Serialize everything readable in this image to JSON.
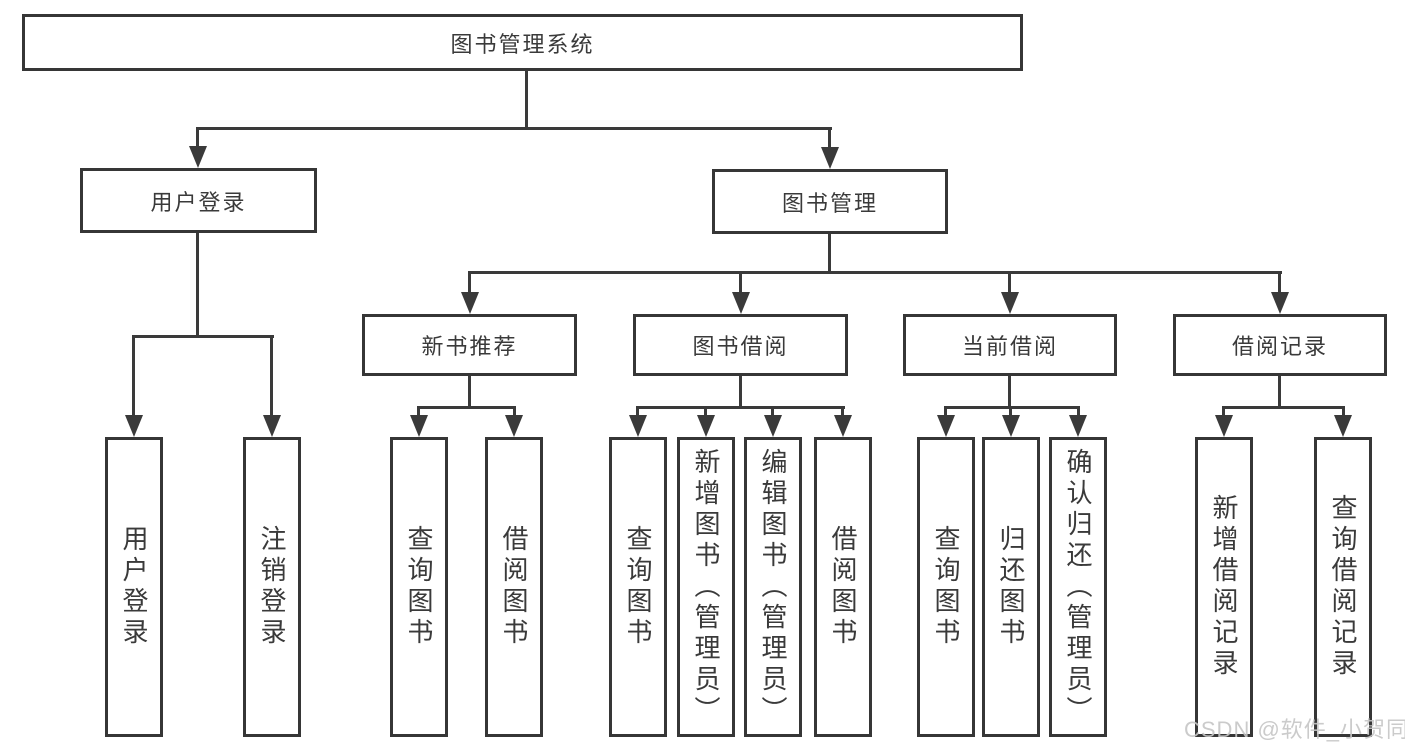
{
  "diagram": {
    "root": {
      "label": "图书管理系统"
    },
    "level2": [
      {
        "label": "用户登录"
      },
      {
        "label": "图书管理"
      }
    ],
    "level3": [
      {
        "label": "新书推荐"
      },
      {
        "label": "图书借阅"
      },
      {
        "label": "当前借阅"
      },
      {
        "label": "借阅记录"
      }
    ],
    "leaves": [
      {
        "label": "用户登录"
      },
      {
        "label": "注销登录"
      },
      {
        "label": "查询图书"
      },
      {
        "label": "借阅图书"
      },
      {
        "label": "查询图书"
      },
      {
        "label": "新增图书（管理员）"
      },
      {
        "label": "编辑图书（管理员）"
      },
      {
        "label": "借阅图书"
      },
      {
        "label": "查询图书"
      },
      {
        "label": "归还图书"
      },
      {
        "label": "确认归还（管理员）"
      },
      {
        "label": "新增借阅记录"
      },
      {
        "label": "查询借阅记录"
      }
    ]
  },
  "watermark": {
    "text": "CSDN @软件_小贺同学"
  },
  "colors": {
    "line": "#3a3a3a",
    "box_border": "#363636",
    "text": "#3a3a3a",
    "watermark": "#c6c6c6",
    "background": "#ffffff"
  }
}
